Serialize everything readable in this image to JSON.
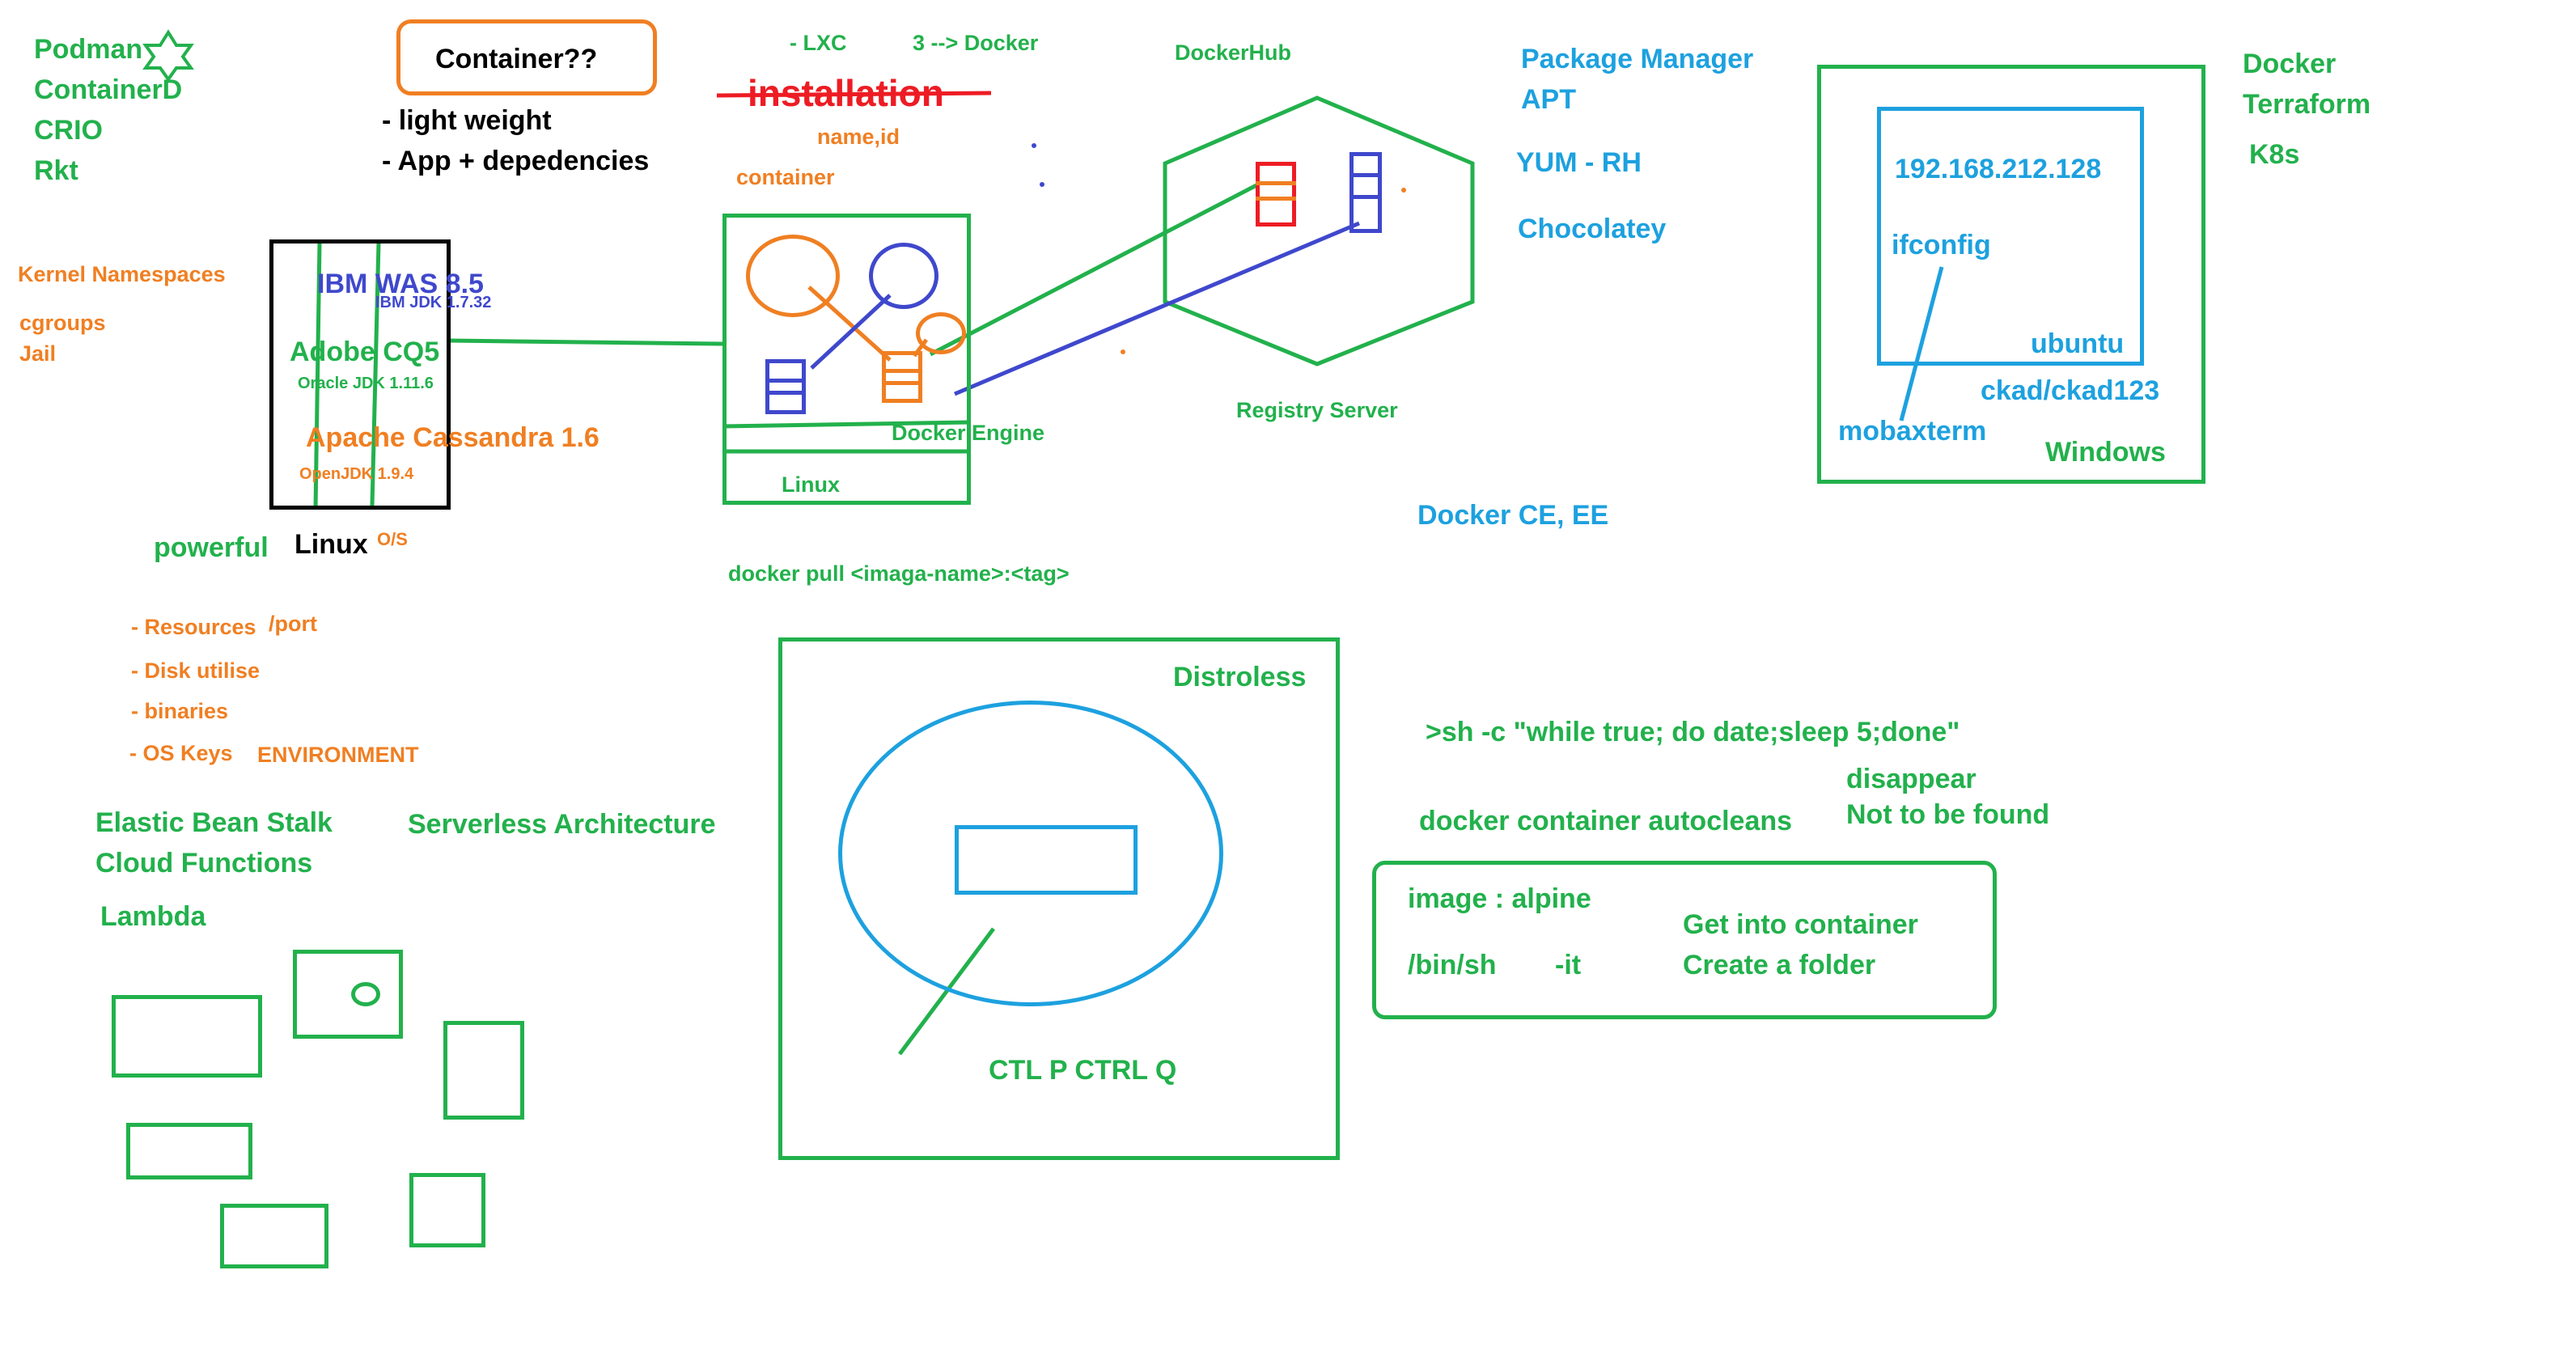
{
  "runtimes": [
    "Podman",
    "ContainerD",
    "CRIO",
    "Rkt"
  ],
  "container_question": "Container??",
  "container_traits": [
    "- light weight",
    "- App + depedencies"
  ],
  "lxc": "- LXC",
  "three_docker": "3 --> Docker",
  "installation": "installation",
  "name_id": "name,id",
  "container_label": "container",
  "dockerhub": "DockerHub",
  "registry_server": "Registry Server",
  "package_manager": [
    "Package Manager",
    "APT"
  ],
  "yum": "YUM - RH",
  "chocolatey": "Chocolatey",
  "docker_ce_ee": "Docker CE, EE",
  "tools": [
    "Docker",
    "Terraform",
    "K8s"
  ],
  "vm": {
    "ip": "192.168.212.128",
    "ifconfig": "ifconfig",
    "ubuntu": "ubuntu",
    "credentials": "ckad/ckad123",
    "mobaxterm": "mobaxterm",
    "windows": "Windows"
  },
  "kernel": [
    "Kernel Namespaces",
    "cgroups",
    "Jail"
  ],
  "server_stack": {
    "ibm_was": "IBM WAS 8.5",
    "ibm_jdk": "IBM JDK 1.7.32",
    "adobe": "Adobe CQ5",
    "oracle_jdk": "Oracle JDK 1.11.6",
    "cassandra": "Apache Cassandra 1.6",
    "openjdk": "OpenJDK 1.9.4"
  },
  "powerful": "powerful",
  "linux_os": "Linux",
  "os_label": "O/S",
  "docker_engine": "Docker Engine",
  "linux_inner": "Linux",
  "docker_pull": "docker pull  <imaga-name>:<tag>",
  "resources": [
    "- Resources",
    "/port",
    "- Disk utilise",
    "- binaries",
    "- OS Keys",
    "ENVIRONMENT"
  ],
  "serverless": [
    "Elastic Bean Stalk",
    "Cloud Functions",
    "Lambda",
    "Serverless Architecture"
  ],
  "distroless": "Distroless",
  "ctl": "CTL P CTRL Q",
  "sh_command": ">sh -c \"while true; do date;sleep 5;done\"",
  "disappear": [
    "disappear",
    "Not to be found"
  ],
  "autocleans": "docker container autocleans",
  "alpine_box": {
    "image": "image : alpine",
    "binsh": "/bin/sh",
    "it": "-it",
    "get_into": "Get into container",
    "create_folder": "Create a folder"
  },
  "colors": {
    "green": "#22B14C",
    "orange": "#F07F22",
    "blue": "#1DA1DF",
    "navy": "#3F48CC",
    "red": "#ED1C24",
    "black": "#000000"
  }
}
